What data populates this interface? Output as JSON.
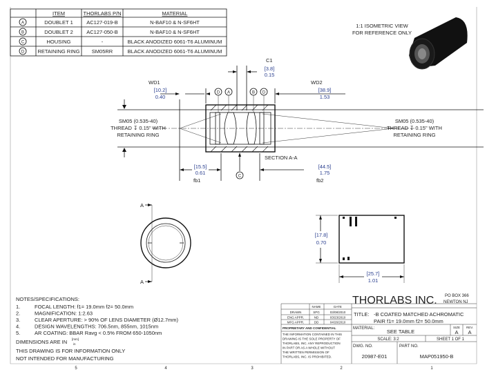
{
  "bom": {
    "headers": [
      "ITEM",
      "THORLABS P/N",
      "MATERIAL"
    ],
    "rows": [
      {
        "balloon": "A",
        "item": "DOUBLET 1",
        "pn": "AC127-019-B",
        "material": "N-BAF10 & N-SF6HT"
      },
      {
        "balloon": "B",
        "item": "DOUBLET  2",
        "pn": "AC127-050-B",
        "material": "N-BAF10 & N-SF6HT"
      },
      {
        "balloon": "C",
        "item": "HOUSING",
        "pn": "-",
        "material": "BLACK ANODIZED 6061-T6 ALUMINUM"
      },
      {
        "balloon": "D",
        "item": "RETAINING RING",
        "pn": "SM05RR",
        "material": "BLACK ANODIZED 6061-T6 ALUMINUM"
      }
    ]
  },
  "iso_view": {
    "line1": "1:1 ISOMETRIC VIEW",
    "line2": "FOR REFERENCE ONLY"
  },
  "section": {
    "c1_label": "C1",
    "c1_mm": "[3.8]",
    "c1_in": "0.15",
    "wd1_label": "WD1",
    "wd1_mm": "[10.2]",
    "wd1_in": "0.40",
    "wd2_label": "WD2",
    "wd2_mm": "[38.9]",
    "wd2_in": "1.53",
    "fb1_label": "fb1",
    "fb1_mm": "[15.5]",
    "fb1_in": "0.61",
    "fb2_label": "fb2",
    "fb2_mm": "[44.5]",
    "fb2_in": "1.75",
    "thread_left": [
      "SM05 (0.535-40)",
      "THREAD ↧ 0.15\" WITH",
      "RETAINING RING"
    ],
    "thread_right": [
      "SM05 (0.535-40)",
      "THREAD ↧ 0.15\" WITH",
      "RETAINING RING"
    ],
    "title": "SECTION A-A",
    "balloons": [
      "D",
      "A",
      "B",
      "D",
      "C"
    ]
  },
  "front_view": {
    "cut_label_top": "A",
    "cut_label_bottom": "A"
  },
  "side_view": {
    "h_mm": "[17.8]",
    "h_in": "0.70",
    "w_mm": "[25.7]",
    "w_in": "1.01"
  },
  "notes": {
    "heading": "NOTES/SPECIFICATIONS:",
    "items": [
      {
        "n": "1.",
        "text": "FOCAL LENGTH: f1= 19.0mm   f2= 50.0mm"
      },
      {
        "n": "2.",
        "text": "MAGNIFICATION:  1:2.63"
      },
      {
        "n": "3.",
        "text": "CLEAR APERTURE: > 90% OF LENS DIAMETER (Ø12.7mm)"
      },
      {
        "n": "4.",
        "text": "DESIGN WAVELENGTHS: 706.5nm, 855nm, 1015nm"
      },
      {
        "n": "5.",
        "text": "AR COATING: BBAR Ravg < 0.5% FROM 650-1050nm"
      }
    ],
    "dims_prefix": "DIMENSIONS ARE IN",
    "dims_top": "[mm]",
    "dims_bottom": "in",
    "info1": "THIS DRAWING IS FOR INFORMATION ONLY",
    "info2": "NOT INTENDED FOR MANUFACTURING"
  },
  "title_block": {
    "company": "THORLABS INC.",
    "addr1": "PO BOX 366",
    "addr2": "NEWTON NJ",
    "col_name": "NAME",
    "col_date": "DATE",
    "approvals": [
      {
        "role": "DRAWN",
        "name": "SPG",
        "date": "03/08/2010"
      },
      {
        "role": "ENG APPR.",
        "name": "ND",
        "date": "03/23/2010"
      },
      {
        "role": "MFG APPR.",
        "name": "DD",
        "date": "04/26/2010"
      }
    ],
    "proprietary": "PROPRIETARY AND CONFIDENTIAL",
    "disclaimer": [
      "THE INFORMATION CONTAINED IN THIS",
      "DRAWING IS THE SOLE PROPERTY OF",
      "THORLABS, INC.  ANY REPRODUCTION",
      "IN PART OR AS A WHOLE WITHOUT",
      "THE WRITTEN PERMISSION OF",
      "THORLABS, INC. IS PROHIBITED."
    ],
    "title_label": "TITLE:",
    "title1": "-B COATED MATCHED ACHROMATIC",
    "title2": "PAIR    f1= 19.0mm  f2= 50.0mm",
    "material_label": "MATERIAL:",
    "material": "SEE TABLE",
    "size_label": "SIZE",
    "size": "A",
    "rev_label": "REV.",
    "rev": "A",
    "scale": "SCALE: 3:2",
    "sheet": "SHEET 1 OF 1",
    "dwg_label": "DWG.  NO.",
    "dwg": "20987-E01",
    "part_label": "PART  NO.",
    "part": "MAP051950-B"
  },
  "zones": [
    "5",
    "4",
    "3",
    "2",
    "1"
  ]
}
